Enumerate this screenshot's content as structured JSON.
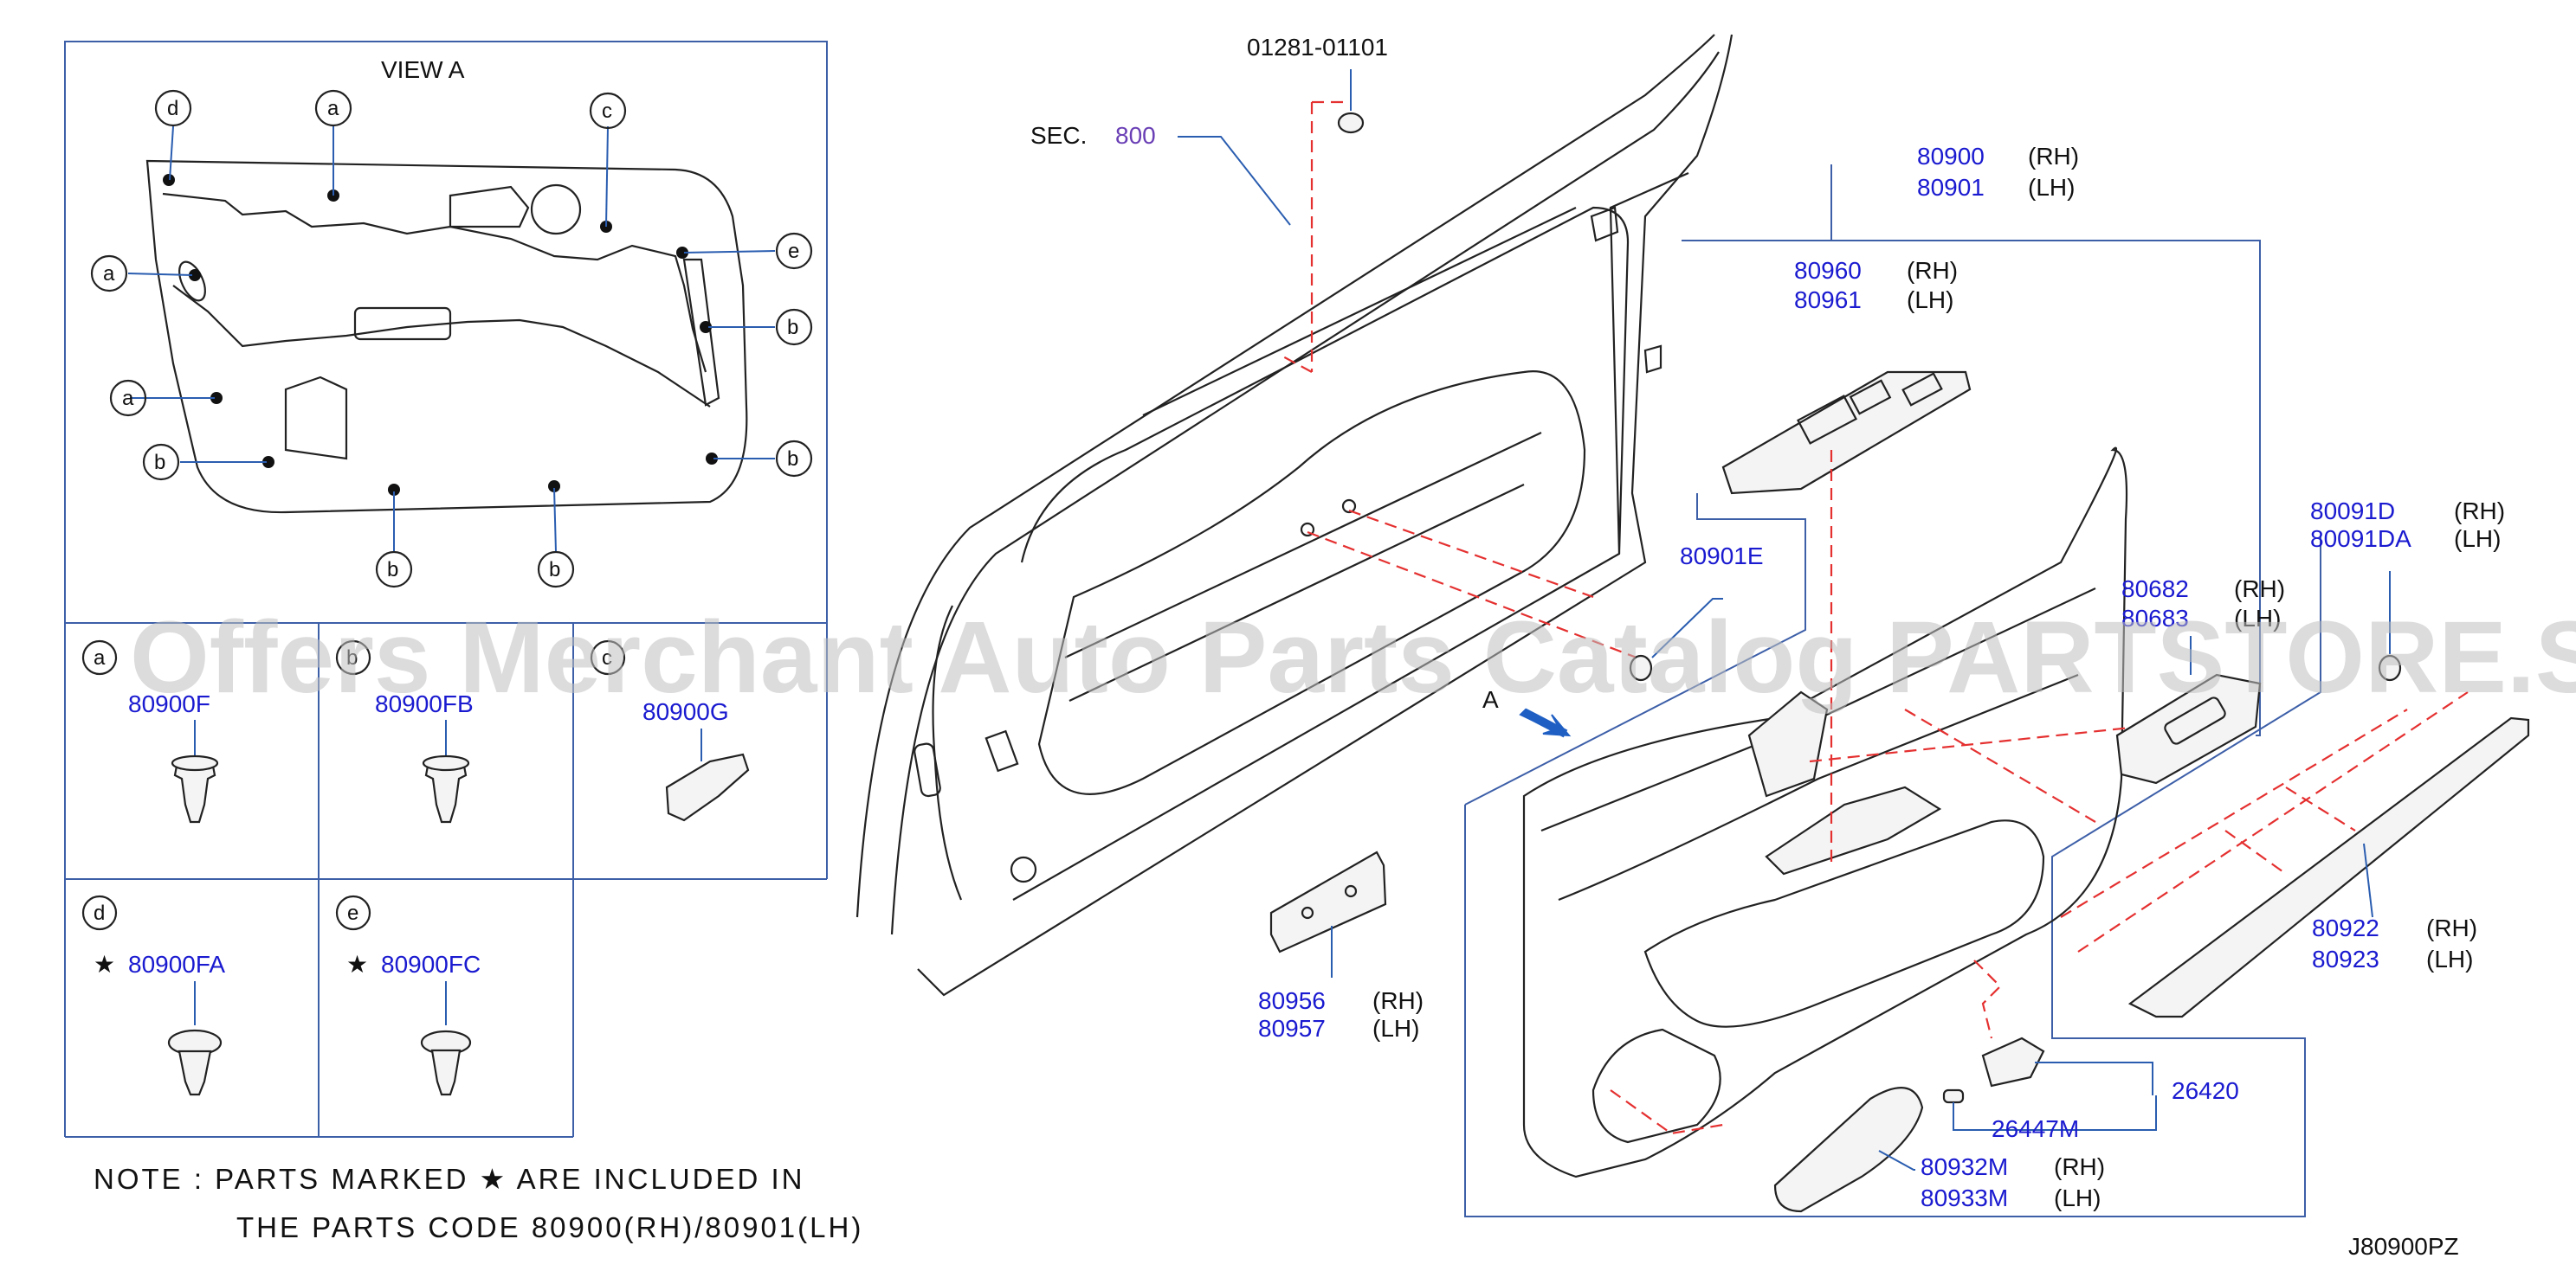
{
  "view_label": "VIEW   A",
  "view_letter_arrow": "A",
  "callout_letters": {
    "a": "a",
    "b": "b",
    "c": "c",
    "d": "d",
    "e": "e"
  },
  "clips": {
    "a": {
      "letter": "a",
      "part": "80900F"
    },
    "b": {
      "letter": "b",
      "part": "80900FB"
    },
    "c": {
      "letter": "c",
      "part": "80900G"
    },
    "d": {
      "letter": "d",
      "part": "80900FA",
      "star": "★"
    },
    "e": {
      "letter": "e",
      "part": "80900FC",
      "star": "★"
    }
  },
  "note": {
    "line1": "NOTE  :  PARTS  MARKED  ★ ARE  INCLUDED  IN",
    "line2": "THE  PARTS  CODE  80900(RH)/80901(LH)"
  },
  "labels": {
    "p01281": "01281-01101",
    "sec": "SEC.",
    "sec_num": "800",
    "p80900": "80900",
    "p80901": "80901",
    "p80960": "80960",
    "p80961": "80961",
    "p80901E": "80901E",
    "p80091D": "80091D",
    "p80091DA": "80091DA",
    "p80682": "80682",
    "p80683": "80683",
    "p80956": "80956",
    "p80957": "80957",
    "p80922": "80922",
    "p80923": "80923",
    "p26420": "26420",
    "p26447M": "26447M",
    "p80932M": "80932M",
    "p80933M": "80933M",
    "rh": "(RH)",
    "lh": "(LH)",
    "diagram_code": "J80900PZ"
  },
  "watermark": "Offers Merchant Auto Parts Catalog PARTSTORE.SA",
  "colors": {
    "part_number": "#1a1ad0",
    "section_ref": "#6a3fb5",
    "leader_line": "#2a5db0",
    "dashed_line": "#e53030",
    "outline": "#222222"
  }
}
